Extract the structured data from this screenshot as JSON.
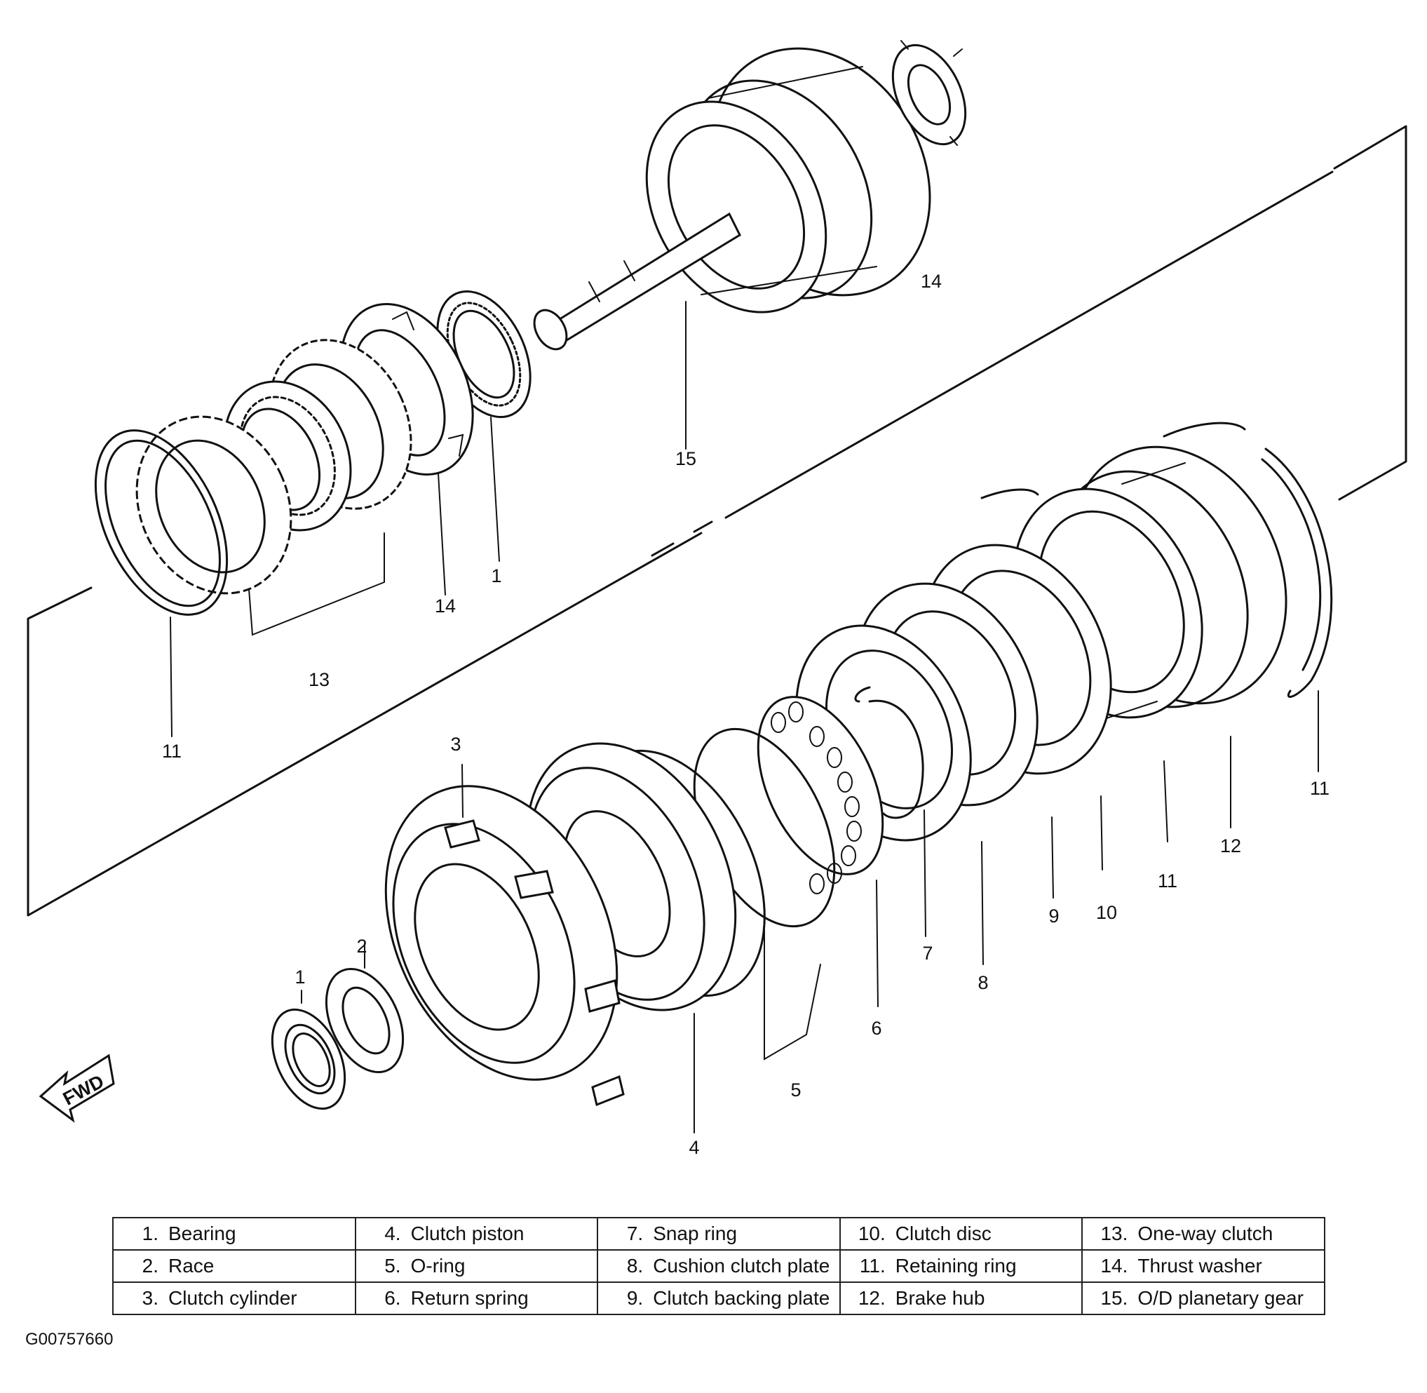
{
  "figure_id": "G00757660",
  "fwd_label": "FWD",
  "callouts": [
    "1",
    "2",
    "3",
    "4",
    "5",
    "6",
    "7",
    "8",
    "9",
    "10",
    "11",
    "12",
    "13",
    "14",
    "15"
  ],
  "legend": [
    [
      {
        "num": "1.",
        "name": "Bearing"
      },
      {
        "num": "4.",
        "name": "Clutch piston"
      },
      {
        "num": "7.",
        "name": "Snap ring"
      },
      {
        "num": "10.",
        "name": "Clutch disc"
      },
      {
        "num": "13.",
        "name": "One-way clutch"
      }
    ],
    [
      {
        "num": "2.",
        "name": "Race"
      },
      {
        "num": "5.",
        "name": "O-ring"
      },
      {
        "num": "8.",
        "name": "Cushion clutch plate"
      },
      {
        "num": "11.",
        "name": "Retaining ring"
      },
      {
        "num": "14.",
        "name": "Thrust washer"
      }
    ],
    [
      {
        "num": "3.",
        "name": "Clutch cylinder"
      },
      {
        "num": "6.",
        "name": "Return spring"
      },
      {
        "num": "9.",
        "name": "Clutch backing plate"
      },
      {
        "num": "12.",
        "name": "Brake hub"
      },
      {
        "num": "15.",
        "name": "O/D planetary gear"
      }
    ]
  ]
}
